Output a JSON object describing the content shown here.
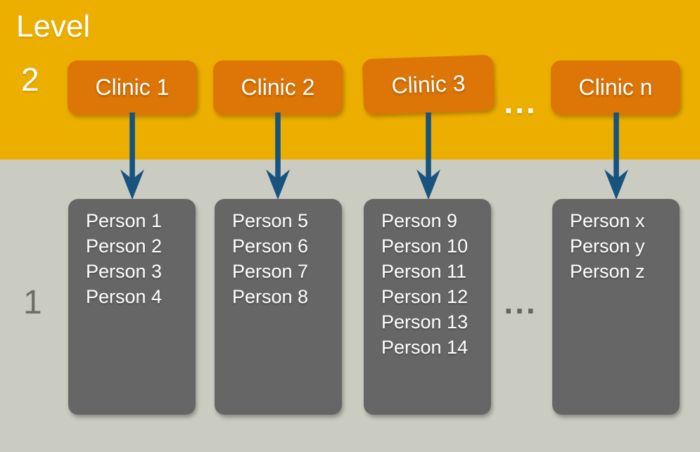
{
  "labels": {
    "level_word": "Level",
    "level2": "2",
    "level1": "1",
    "ellipsis_clinics": "...",
    "ellipsis_persons": "..."
  },
  "colors": {
    "band-top": "#ECAF00",
    "band-bottom": "#CBCCC1",
    "clinic": "#DD7607",
    "person-box": "#666666",
    "arrow": "#17537F",
    "text-light": "#FFFFFF",
    "level1-label": "#6F6F68",
    "ellipsis-bottom": "#66665F"
  },
  "clinics": [
    {
      "label": "Clinic 1"
    },
    {
      "label": "Clinic 2"
    },
    {
      "label": "Clinic 3"
    },
    {
      "label": "Clinic n"
    }
  ],
  "groups": [
    {
      "people": [
        "Person 1",
        "Person 2",
        "Person 3",
        "Person 4"
      ]
    },
    {
      "people": [
        "Person 5",
        "Person 6",
        "Person 7",
        "Person 8"
      ]
    },
    {
      "people": [
        "Person 9",
        "Person 10",
        "Person 11",
        "Person 12",
        "Person 13",
        "Person 14"
      ]
    },
    {
      "people": [
        "Person x",
        "Person y",
        "Person z"
      ]
    }
  ]
}
